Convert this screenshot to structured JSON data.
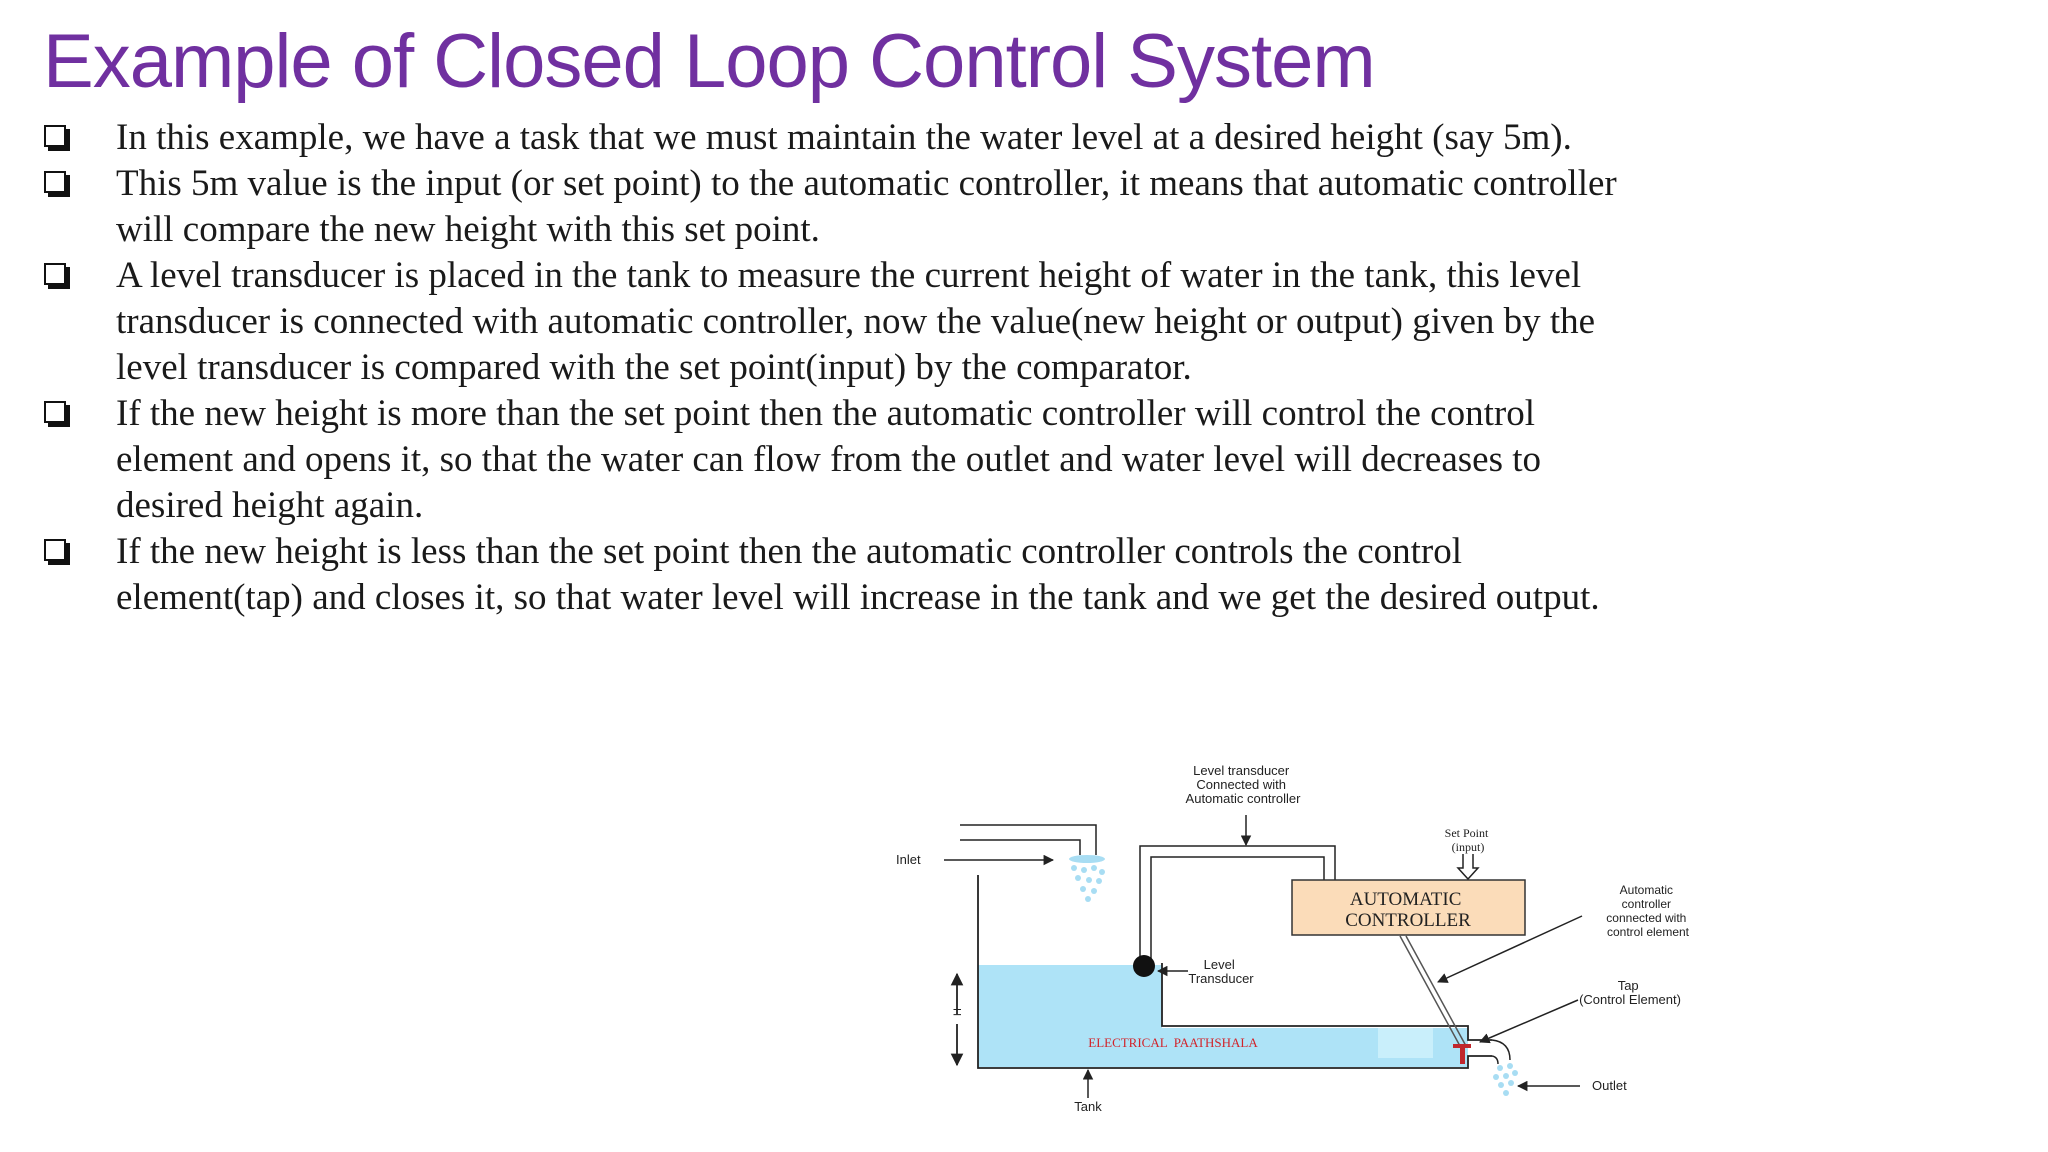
{
  "title": "Example of Closed Loop Control System",
  "colors": {
    "title": "#7030a0",
    "water": "#aee3f7",
    "controller": "#fbdcb9",
    "tap": "#c0272d",
    "watermark": "#d2232a"
  },
  "bullets": [
    "In this example, we have a task that we must maintain the water level at a desired height (say 5m).",
    "This 5m value is the input (or set point) to the automatic controller, it means that automatic controller will compare the new height with this set point.",
    "A level transducer is placed in the tank to measure the current height of water in the tank, this level transducer is connected with automatic controller, now the value(new height or output) given by the level transducer is compared with the set point(input) by the comparator.",
    "If the new height is more than the set point then the automatic controller will control the control element and opens it, so that the water can flow from the outlet and water level will decreases to desired height again.",
    "If the new height is less than the set point then the automatic controller controls the control element(tap) and closes it, so that water level will increase in the tank and we get the desired output."
  ],
  "diagram": {
    "level_transducer_connected": [
      "Level transducer",
      "Connected with",
      "Automatic controller"
    ],
    "set_point": [
      "Set Point",
      "(input)"
    ],
    "inlet": "Inlet",
    "controller": [
      "AUTOMATIC",
      "CONTROLLER"
    ],
    "controller_connected": [
      "Automatic",
      "controller",
      "connected with",
      "control element"
    ],
    "level_transducer": [
      "Level",
      "Transducer"
    ],
    "h_label": "H",
    "tap": [
      "Tap",
      "(Control Element)"
    ],
    "watermark": "ELECTRICAL  PAATHSHALA",
    "outlet": "Outlet",
    "tank": "Tank"
  }
}
